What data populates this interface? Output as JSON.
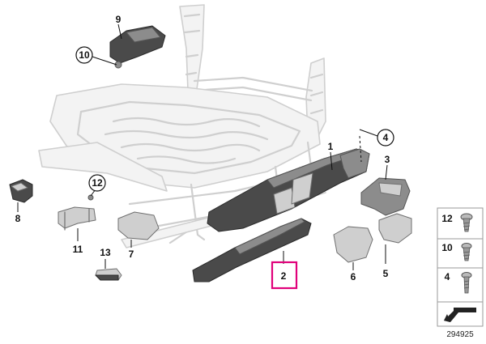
{
  "callouts": {
    "c1": "1",
    "c2": "2",
    "c3": "3",
    "c4": "4",
    "c5": "5",
    "c6": "6",
    "c7": "7",
    "c8": "8",
    "c9": "9",
    "c10": "10",
    "c11": "11",
    "c12": "12",
    "c13": "13"
  },
  "legend": {
    "items": [
      "12",
      "10",
      "4"
    ]
  },
  "diagram_number": "294925",
  "colors": {
    "highlight": "#e0007a"
  }
}
